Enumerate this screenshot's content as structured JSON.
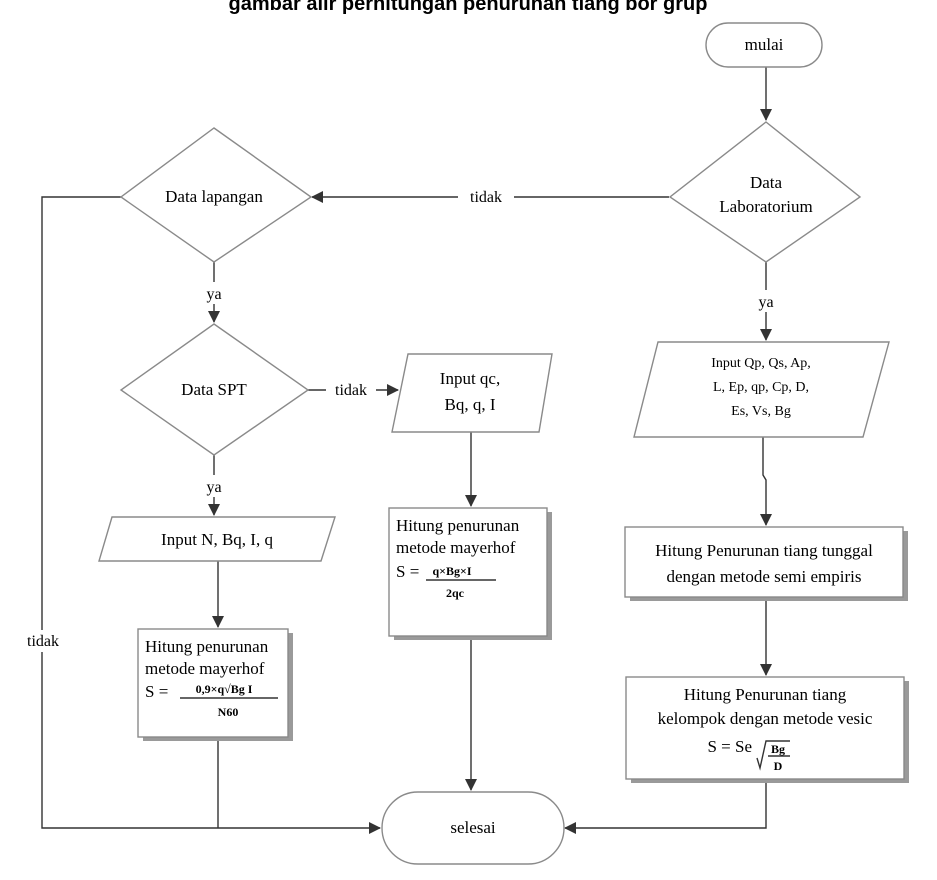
{
  "title": "gambar alir perhitungan penurunan tiang bor grup",
  "nodes": {
    "start": "mulai",
    "lab_decision": [
      "Data",
      "Laboratorium"
    ],
    "field_decision": "Data lapangan",
    "spt_decision": "Data SPT",
    "lab_input": [
      "Input Qp, Qs, Ap,",
      "L, Ep, qp, Cp, D,",
      "Es, Vs, Bg"
    ],
    "cpt_input": [
      "Input qc,",
      "Bq, q, I"
    ],
    "spt_input": "Input N, Bq, I, q",
    "single_calc": [
      "Hitung Penurunan tiang tunggal",
      "dengan metode semi empiris"
    ],
    "group_calc": [
      "Hitung Penurunan tiang",
      "kelompok dengan metode vesic"
    ],
    "group_formula_lhs": "S = Se",
    "group_formula_frac_num": "Bg",
    "group_formula_frac_den": "D",
    "cpt_calc": [
      "Hitung penurunan",
      "metode mayerhof"
    ],
    "cpt_formula_lhs": "S =",
    "cpt_formula_num": "q×Bg×I",
    "cpt_formula_den": "2qc",
    "spt_calc": [
      "Hitung penurunan",
      "metode mayerhof"
    ],
    "spt_formula_lhs": "S =",
    "spt_formula_num": "0,9×q√Bg I",
    "spt_formula_den": "N60",
    "end": "selesai"
  },
  "edges": {
    "lab_no": "tidak",
    "lab_yes": "ya",
    "field_yes": "ya",
    "field_no": "tidak",
    "spt_no": "tidak",
    "spt_yes": "ya"
  }
}
